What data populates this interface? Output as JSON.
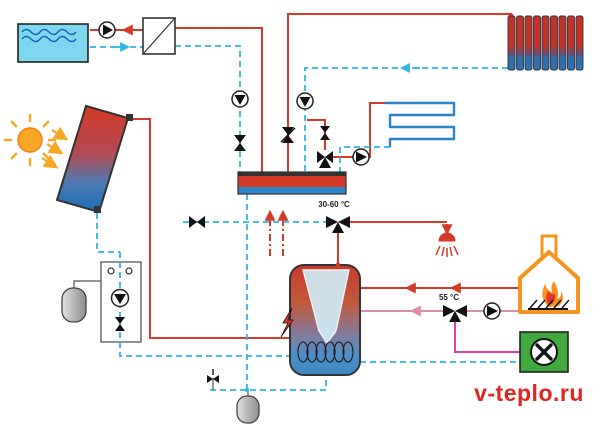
{
  "diagram": {
    "type": "heating-system-schematic",
    "labels": {
      "dhw_mix_temp": "30-60 °C",
      "boiler_return_temp": "55 °C"
    },
    "watermark": {
      "text": "v-teplo.ru",
      "color": "#e0241f"
    },
    "colors": {
      "hot_supply": "#d43a28",
      "cold_return": "#2fb5e6",
      "floor_loop": "#2a86c8",
      "boiler_return_pink": "#d98fa6",
      "dhw_magenta": "#e23bb0",
      "sun_orange": "#f9a825",
      "flame_orange": "#f7941d",
      "green_unit": "#3faa3b",
      "collector_top": "#d43a28",
      "collector_bottom": "#1d6fb8"
    },
    "components": [
      "pool",
      "circulation-pump",
      "plate-heat-exchanger",
      "radiator",
      "sun",
      "solar-collector",
      "distribution-manifold",
      "floor-heating-coil",
      "mixing-valve-30-60",
      "shower",
      "buffer-tank",
      "electric-heater",
      "fireplace-boiler",
      "ground-source-unit",
      "mixing-valve-55",
      "solar-pump-station",
      "expansion-tank",
      "expansion-tank-small",
      "air-vent"
    ]
  }
}
